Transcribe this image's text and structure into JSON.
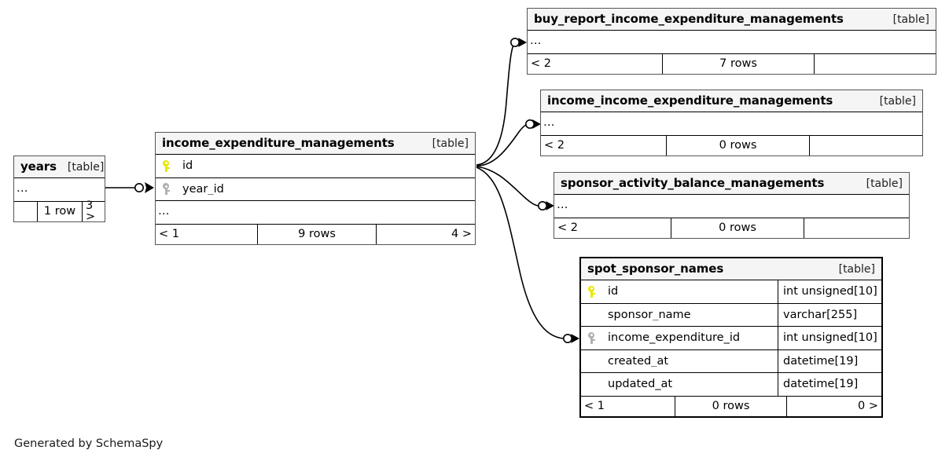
{
  "diagram": {
    "generator_label": "Generated by SchemaSpy",
    "table_tag": "[table]",
    "ellipsis": "…",
    "colors": {
      "primary_key": "#e8e800",
      "foreign_key": "#b0b0b0",
      "header_bg": "#f5f5f5",
      "border": "#000000",
      "background": "#ffffff"
    }
  },
  "tables": {
    "years": {
      "name": "years",
      "tag": "[table]",
      "rows": [
        {
          "label": "…"
        }
      ],
      "footer": {
        "left": "",
        "mid": "1 row",
        "right": "3 >"
      }
    },
    "income_expenditure_managements": {
      "name": "income_expenditure_managements",
      "tag": "[table]",
      "columns": [
        {
          "key": "pk",
          "name": "id"
        },
        {
          "key": "fk",
          "name": "year_id"
        }
      ],
      "rows": [
        {
          "label": "…"
        }
      ],
      "footer": {
        "left": "< 1",
        "mid": "9 rows",
        "right": "4 >"
      }
    },
    "buy_report_income_expenditure_managements": {
      "name": "buy_report_income_expenditure_managements",
      "tag": "[table]",
      "rows": [
        {
          "label": "…"
        }
      ],
      "footer": {
        "left": "< 2",
        "mid": "7 rows",
        "right": ""
      }
    },
    "income_income_expenditure_managements": {
      "name": "income_income_expenditure_managements",
      "tag": "[table]",
      "rows": [
        {
          "label": "…"
        }
      ],
      "footer": {
        "left": "< 2",
        "mid": "0 rows",
        "right": ""
      }
    },
    "sponsor_activity_balance_managements": {
      "name": "sponsor_activity_balance_managements",
      "tag": "[table]",
      "rows": [
        {
          "label": "…"
        }
      ],
      "footer": {
        "left": "< 2",
        "mid": "0 rows",
        "right": ""
      }
    },
    "spot_sponsor_names": {
      "name": "spot_sponsor_names",
      "tag": "[table]",
      "columns": [
        {
          "key": "pk",
          "name": "id",
          "type": "int unsigned[10]"
        },
        {
          "key": "none",
          "name": "sponsor_name",
          "type": "varchar[255]"
        },
        {
          "key": "fk",
          "name": "income_expenditure_id",
          "type": "int unsigned[10]"
        },
        {
          "key": "none",
          "name": "created_at",
          "type": "datetime[19]"
        },
        {
          "key": "none",
          "name": "updated_at",
          "type": "datetime[19]"
        }
      ],
      "footer": {
        "left": "< 1",
        "mid": "0 rows",
        "right": "0 >"
      }
    }
  }
}
